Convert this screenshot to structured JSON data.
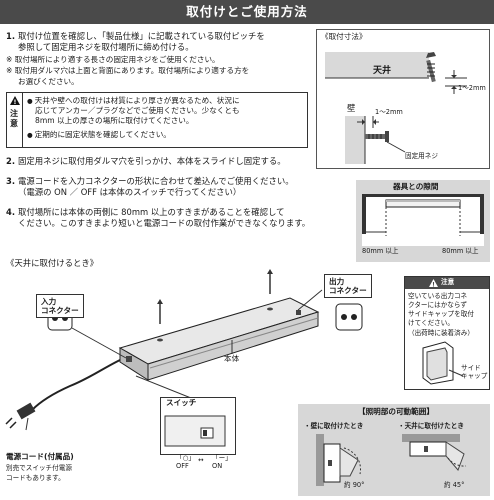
{
  "header": {
    "title": "取付けとご使用方法"
  },
  "step1": {
    "num": "1.",
    "line1": "取付け位置を確認し、「製品仕様」に記載されている取付ピッチを",
    "line2": "参照して固定用ネジを取付場所に締め付ける。",
    "note1": "※ 取付場所により適する長さの固定用ネジをご使用ください。",
    "note2": "※ 取付用ダルマ穴は上面と背面にあります。取付場所により適する方を",
    "note3": "お選びください。"
  },
  "caution1": {
    "side_label": "注意",
    "item1_line1": "天井や壁への取付けは材質により厚さが異なるため、状況に",
    "item1_line2": "応じてアンカー／プラグなどでご使用ください。少なくとも",
    "item1_line3": "8mm 以上の厚さの場所に取付けてください。",
    "item2": "定期的に固定状態を確認してください。"
  },
  "dims": {
    "title": "《取付寸法》",
    "ceiling": "天井",
    "wall": "壁",
    "gap_vertical": "1～2mm",
    "gap_horizontal": "1～2mm",
    "screw": "固定用ネジ"
  },
  "step2": {
    "num": "2.",
    "text": "固定用ネジに取付用ダルマ穴を引っかけ、本体をスライドし固定する。"
  },
  "step3": {
    "num": "3.",
    "line1": "電源コードを入力コネクターの形状に合わせて差込んでご使用ください。",
    "line2": "（電源の ON ／ OFF は本体のスイッチで行ってください）"
  },
  "step4": {
    "num": "4.",
    "line1": "取付場所には本体の両側に 80mm 以上のすきまがあることを確認して",
    "line2": "ください。このすきまより短いと電源コードの取付作業ができなくなります。"
  },
  "clearance": {
    "title": "器具との隙間",
    "left": "80mm 以上",
    "right": "80mm 以上"
  },
  "diagram": {
    "title": "《天井に取付けるとき》",
    "input_label": "入力\nコネクター",
    "output_label": "出力\nコネクター",
    "body": "本体",
    "switch_title": "スイッチ",
    "off": "「○」\nOFF",
    "on": "「ー」\nON",
    "cord_label": "電源コード(付属品)",
    "cord_note1": "別売でスイッチ付電源",
    "cord_note2": "コードもあります。"
  },
  "caution2": {
    "title": "注意",
    "line1": "空いている出力コネ",
    "line2": "クターにはかならず",
    "line3": "サイドキャップを取付",
    "line4": "けてください。",
    "line5": "（出荷時に装着済み）",
    "cap_label": "サイド\nキャップ"
  },
  "movable": {
    "title": "【照明部の可動範囲】",
    "wall": "・壁に取付けたとき",
    "ceiling": "・天井に取付けたとき",
    "wall_angle": "約 90°",
    "ceiling_angle": "約 45°"
  },
  "colors": {
    "header_bg": "#4a4a4a",
    "panel_bg": "#d7d7d7"
  }
}
